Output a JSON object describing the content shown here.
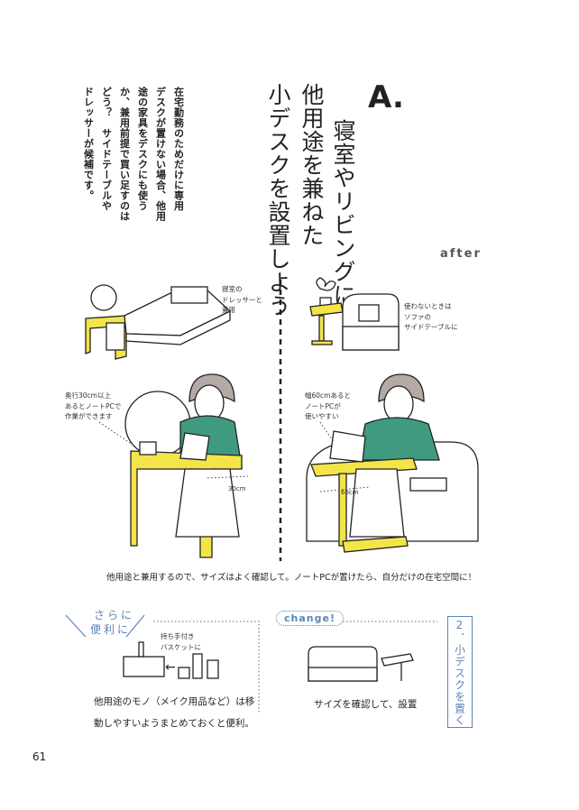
{
  "heading": {
    "letter": "A.",
    "lines": [
      "寝室やリビングに",
      "他用途を兼ねた",
      "小デスクを設置しよう"
    ]
  },
  "body_lines": [
    "在宅勤務のためだけに専用",
    "デスクが置けない場合、他用",
    "途の家具をデスクにも使う",
    "か、兼用前提で買い足すのは",
    "どう？　サイドテーブルや",
    "ドレッサーが候補です。"
  ],
  "after_label": "after",
  "illustrations": {
    "left_top_label": [
      "寝室の",
      "ドレッサーと",
      "兼用"
    ],
    "right_top_label": [
      "使わないときは",
      "ソファの",
      "サイドテーブルに"
    ],
    "left_bottom_label": [
      "奥行30cm以上",
      "あるとノートPCで",
      "作業ができます"
    ],
    "right_bottom_label": [
      "幅60cmあると",
      "ノートPCが",
      "使いやすい"
    ],
    "left_dimension": "30cm",
    "right_dimension": "60cm"
  },
  "caption": "他用途と兼用するので、サイズはよく確認して。ノートPCが置けたら、自分だけの在宅空間に！",
  "tips": {
    "badge": [
      "さらに",
      "便利に"
    ],
    "basket_label": [
      "持ち手付き",
      "バスケットに"
    ],
    "arrow": "←",
    "text_lines": [
      "他用途のモノ（メイク用品など）は移",
      "動しやすいようまとめておくと便利。"
    ]
  },
  "change": {
    "badge": "change!",
    "text": "サイズを確認して、設置"
  },
  "side_tab": "2．小デスクを置く",
  "page_number": "61",
  "colors": {
    "yellow": "#f3e44a",
    "green": "#3f9a80",
    "blue": "#5a86b4",
    "hair": "#b3aaa5"
  }
}
